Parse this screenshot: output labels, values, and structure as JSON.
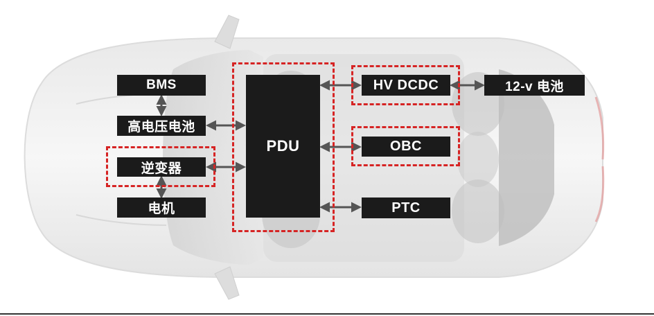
{
  "components": {
    "bms": "BMS",
    "hv_battery": "高电压电池",
    "inverter": "逆变器",
    "motor": "电机",
    "pdu": "PDU",
    "hv_dcdc": "HV DCDC",
    "battery_12v": "12-v 电池",
    "obc": "OBC",
    "ptc": "PTC"
  },
  "colors": {
    "box_fill": "#1b1b1b",
    "box_text": "#ffffff",
    "highlight_dash": "#d62424",
    "connector": "#555555"
  }
}
